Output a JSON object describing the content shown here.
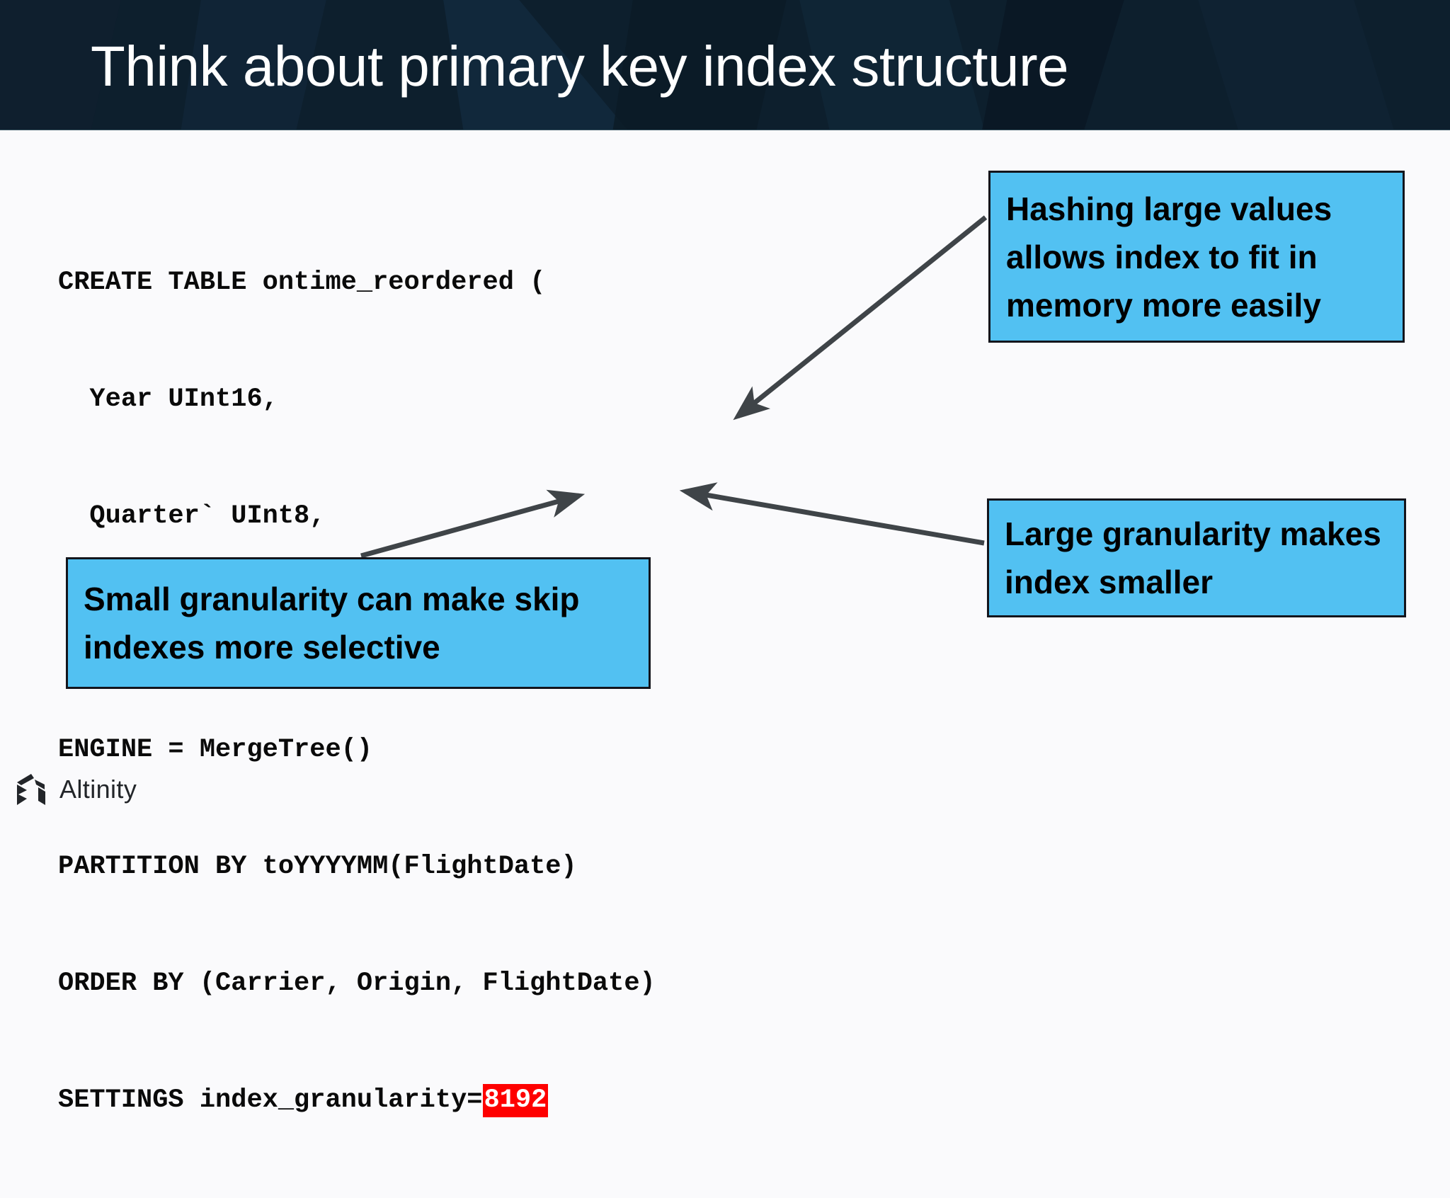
{
  "header": {
    "title": "Think about primary key index structure",
    "background_color": "#0d1f2d",
    "title_color": "#ffffff"
  },
  "code": {
    "language": "sql",
    "highlight_color": "#fe0000",
    "highlight_text_color": "#ffffff",
    "lines": [
      {
        "before": "CREATE TABLE ontime_reordered (",
        "highlight": "",
        "after": ""
      },
      {
        "before": "  Year UInt16,",
        "highlight": "",
        "after": ""
      },
      {
        "before": "  Quarter` UInt8,",
        "highlight": "",
        "after": ""
      },
      {
        "before": "  . . .)",
        "highlight": "",
        "after": ""
      },
      {
        "before": "ENGINE = MergeTree()",
        "highlight": "",
        "after": ""
      },
      {
        "before": "PARTITION BY toYYYYMM(FlightDate)",
        "highlight": "",
        "after": ""
      },
      {
        "before": "ORDER BY (Carrier, Origin, FlightDate)",
        "highlight": "",
        "after": ""
      },
      {
        "before": "SETTINGS index_granularity=",
        "highlight": "8192",
        "after": ""
      }
    ],
    "full_text": "CREATE TABLE ontime_reordered (\n  Year UInt16,\n  Quarter` UInt8,\n  . . .)\nENGINE = MergeTree()\nPARTITION BY toYYYYMM(FlightDate)\nORDER BY (Carrier, Origin, FlightDate)\nSETTINGS index_granularity=8192"
  },
  "callouts": [
    {
      "id": "hashing",
      "text": "Hashing large values allows index to fit in memory more easily",
      "fill_color": "#52c1f2",
      "border_color": "#13151c",
      "text_color": "#000000"
    },
    {
      "id": "large-granularity",
      "text": "Large granularity makes index smaller",
      "fill_color": "#52c1f2",
      "border_color": "#13151c",
      "text_color": "#000000"
    },
    {
      "id": "small-granularity",
      "text": "Small granularity can make skip indexes more selective",
      "fill_color": "#52c1f2",
      "border_color": "#13151c",
      "text_color": "#000000"
    }
  ],
  "arrows": {
    "color": "#3f4448",
    "count": 3
  },
  "footer": {
    "brand": "Altinity",
    "brand_color": "#222529"
  }
}
